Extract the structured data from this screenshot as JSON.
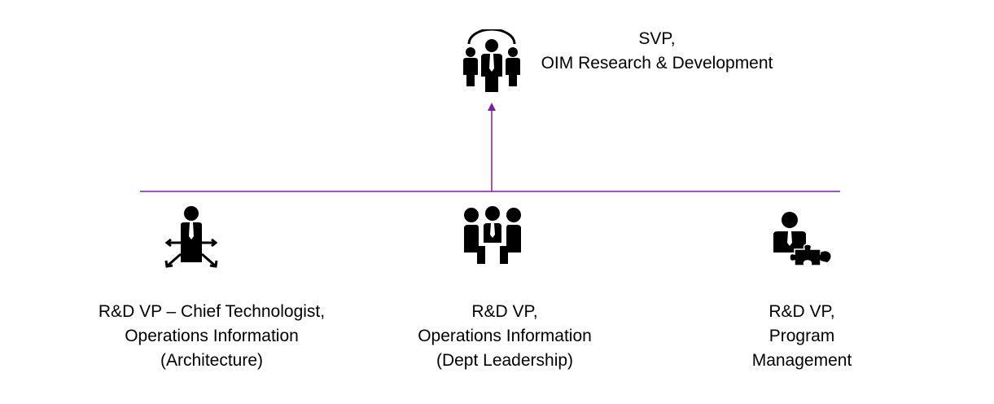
{
  "accent_color": "#7b1fa2",
  "top_node": {
    "lines": [
      "SVP,",
      "OIM Research & Development"
    ],
    "icon": "team-leader-icon"
  },
  "bottom_nodes": [
    {
      "lines": [
        "R&D VP – Chief Technologist,",
        "Operations Information",
        "(Architecture)"
      ],
      "icon": "person-arrows-icon"
    },
    {
      "lines": [
        "R&D VP,",
        "Operations Information",
        "(Dept Leadership)"
      ],
      "icon": "meeting-group-icon"
    },
    {
      "lines": [
        "R&D VP,",
        "Program",
        "Management"
      ],
      "icon": "person-puzzle-icon"
    }
  ]
}
